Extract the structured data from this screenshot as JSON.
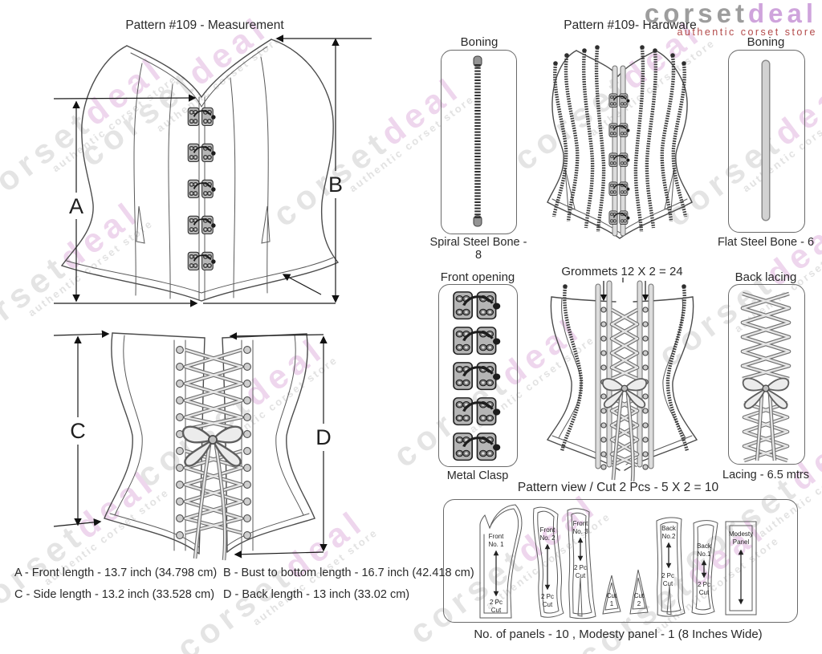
{
  "logo": {
    "brand_gray": "corset",
    "brand_pink": "deal",
    "tagline": "authentic corset store",
    "colors": {
      "gray": "#9d9d9d",
      "pink": "#cfa4dc",
      "tagline_red": "#b34a4a"
    }
  },
  "watermark": {
    "gray": "corset",
    "pink": "deal",
    "tagline": "authentic corset store"
  },
  "measurement": {
    "title": "Pattern #109 -  Measurement",
    "label_a": "A",
    "label_b": "B",
    "label_c": "C",
    "label_d": "D",
    "note_a": "A - Front length - 13.7 inch (34.798 cm)",
    "note_b": "B - Bust to bottom length - 16.7 inch (42.418 cm)",
    "note_c": "C - Side length - 13.2 inch (33.528 cm)",
    "note_d": "D - Back length - 13 inch (33.02 cm)"
  },
  "hardware": {
    "title": "Pattern #109-  Hardware",
    "boning_spiral": {
      "label": "Boning",
      "caption": "Spiral Steel Bone - 8"
    },
    "boning_flat": {
      "label": "Boning",
      "caption": "Flat Steel Bone - 6"
    },
    "front_opening": {
      "label": "Front opening",
      "caption": "Metal Clasp"
    },
    "grommets_label": "Grommets 12 X 2 = 24",
    "back_lacing": {
      "label": "Back lacing",
      "caption": "Lacing - 6.5 mtrs"
    }
  },
  "pattern_view": {
    "title": "Pattern view  /  Cut 2 Pcs - 5 X 2 = 10",
    "footer": "No. of panels - 10  , Modesty panel - 1 (8 Inches Wide)",
    "pieces": [
      {
        "l1": "Front",
        "l2": "No. 1",
        "c1": "2 Pc",
        "c2": "Cut"
      },
      {
        "l1": "Front",
        "l2": "No. 2",
        "c1": "2 Pc",
        "c2": "Cut"
      },
      {
        "l1": "Front",
        "l2": "No. 3",
        "c1": "2 Pc",
        "c2": "Cut"
      },
      {
        "l1": "Cut",
        "l2": "1"
      },
      {
        "l1": "Cut",
        "l2": "2"
      },
      {
        "l1": "Back",
        "l2": "No.2",
        "c1": "2 Pc",
        "c2": "Cut"
      },
      {
        "l1": "Back",
        "l2": "No.1",
        "c1": "2 Pc",
        "c2": "Cut"
      },
      {
        "l1": "Modesty",
        "l2": "Panel"
      }
    ]
  }
}
